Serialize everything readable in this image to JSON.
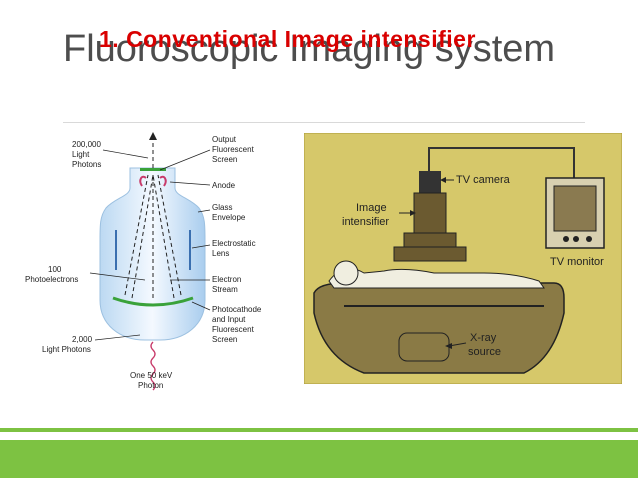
{
  "slide": {
    "title": "Fluoroscopic Imaging system",
    "subtitle": "1. Conventional Image intensifier"
  },
  "intensifier_diagram": {
    "top_count": "200,000",
    "top_unit_line1": "Light",
    "top_unit_line2": "Photons",
    "output_line1": "Output",
    "output_line2": "Fluorescent",
    "output_line3": "Screen",
    "anode": "Anode",
    "glass_line1": "Glass",
    "glass_line2": "Envelope",
    "lens_line1": "Electrostatic",
    "lens_line2": "Lens",
    "photoelectron_count": "100",
    "photoelectron_unit": "Photoelectrons",
    "stream_line1": "Electron",
    "stream_line2": "Stream",
    "photocathode_line1": "Photocathode",
    "photocathode_line2": "and Input",
    "photocathode_line3": "Fluorescent",
    "photocathode_line4": "Screen",
    "input_count": "2,000",
    "input_unit": "Light Photons",
    "photon_line1": "One 50 keV",
    "photon_line2": "Photon"
  },
  "system_diagram": {
    "tv_camera": "TV camera",
    "image_line1": "Image",
    "image_line2": "intensifier",
    "tv_monitor": "TV monitor",
    "xray_line1": "X-ray",
    "xray_line2": "source"
  },
  "colors": {
    "title": "#4d4d4d",
    "subtitle": "#d90000",
    "footer": "#7dc242",
    "panel_background": "#d6c86a"
  }
}
